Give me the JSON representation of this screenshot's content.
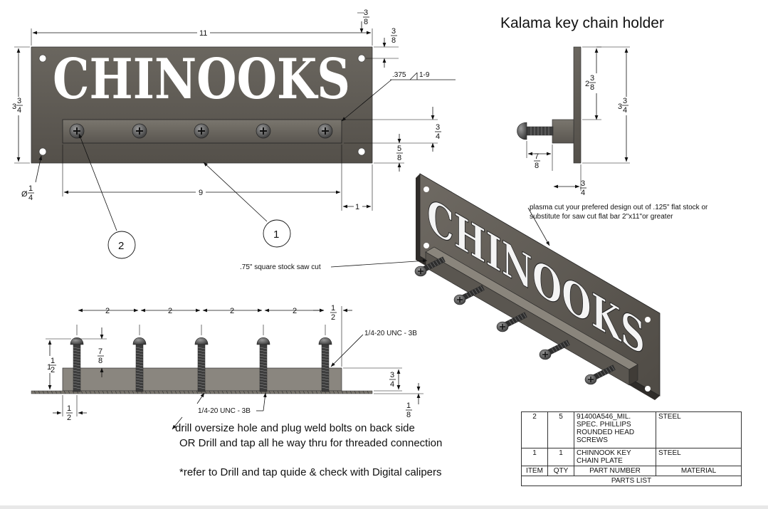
{
  "title": "Kalama key chain holder",
  "plate_text": "CHINOOKS",
  "front_view": {
    "dim_width": "11",
    "dim_top_hole_h": "3",
    "dim_top_hole_h_den": "8",
    "dim_hole_offset": "3",
    "dim_hole_offset_den": "8",
    "dim_height_whole": "3",
    "dim_height_num": "3",
    "dim_height_den": "4",
    "dim_bar_h_num": "3",
    "dim_bar_h_den": "4",
    "dim_bar_off_num": "5",
    "dim_bar_off_den": "8",
    "dim_bar_len": "9",
    "dim_bar_end": "1",
    "dim_dia_prefix": "Ø",
    "dim_dia_num": "1",
    "dim_dia_den": "4",
    "weld_label": ".375",
    "weld_label2": "1-9",
    "balloon_1": "1",
    "balloon_2": "2"
  },
  "side_view": {
    "dim_2_whole": "2",
    "dim_2_num": "3",
    "dim_2_den": "8",
    "dim_h_whole": "3",
    "dim_h_num": "3",
    "dim_h_den": "4",
    "dim_7_num": "7",
    "dim_7_den": "8",
    "dim_3_num": "3",
    "dim_3_den": "4"
  },
  "iso_notes": {
    "plasma_note_1": "plasma cut your prefered design  out of .125\" flat stock or",
    "plasma_note_2": "substitute for saw cut flat bar 2\"x11\"or greater",
    "square_stock_note": ".75\" square stock saw cut"
  },
  "bottom_view": {
    "spacing": [
      "2",
      "2",
      "2",
      "2"
    ],
    "dim_half_num": "1",
    "dim_half_den": "2",
    "dim_78_num": "7",
    "dim_78_den": "8",
    "dim_left_whole": "1",
    "dim_left_num": "1",
    "dim_left_den": "2",
    "dim_right_num": "3",
    "dim_right_den": "4",
    "dim_bottom_num": "1",
    "dim_bottom_den": "2",
    "dim_18_num": "1",
    "dim_18_den": "8",
    "thread_label_top": "1/4-20 UNC - 3B",
    "thread_label_bottom": "1/4-20 UNC - 3B"
  },
  "instructions": [
    "drill oversize hole and plug weld bolts on back side",
    "OR Drill and tap all he way thru for threaded connection",
    "*refer to Drill and tap quide & check with Digital calipers"
  ],
  "parts_list": {
    "rows": [
      {
        "item": "2",
        "qty": "5",
        "part": [
          "91400A546_MIL.",
          "SPEC. PHILLIPS",
          "ROUNDED HEAD",
          "SCREWS"
        ],
        "material": "STEEL"
      },
      {
        "item": "1",
        "qty": "1",
        "part": [
          "CHINNOOK KEY",
          "CHAIN PLATE"
        ],
        "material": "STEEL"
      }
    ],
    "headers": {
      "item": "ITEM",
      "qty": "QTY",
      "part": "PART NUMBER",
      "material": "MATERIAL"
    },
    "footer": "PARTS LIST"
  },
  "colors": {
    "plate": "#5f5b55",
    "plate_dark": "#3d3a36",
    "bar": "#6e6a63",
    "screw": "#4a4a4a"
  }
}
